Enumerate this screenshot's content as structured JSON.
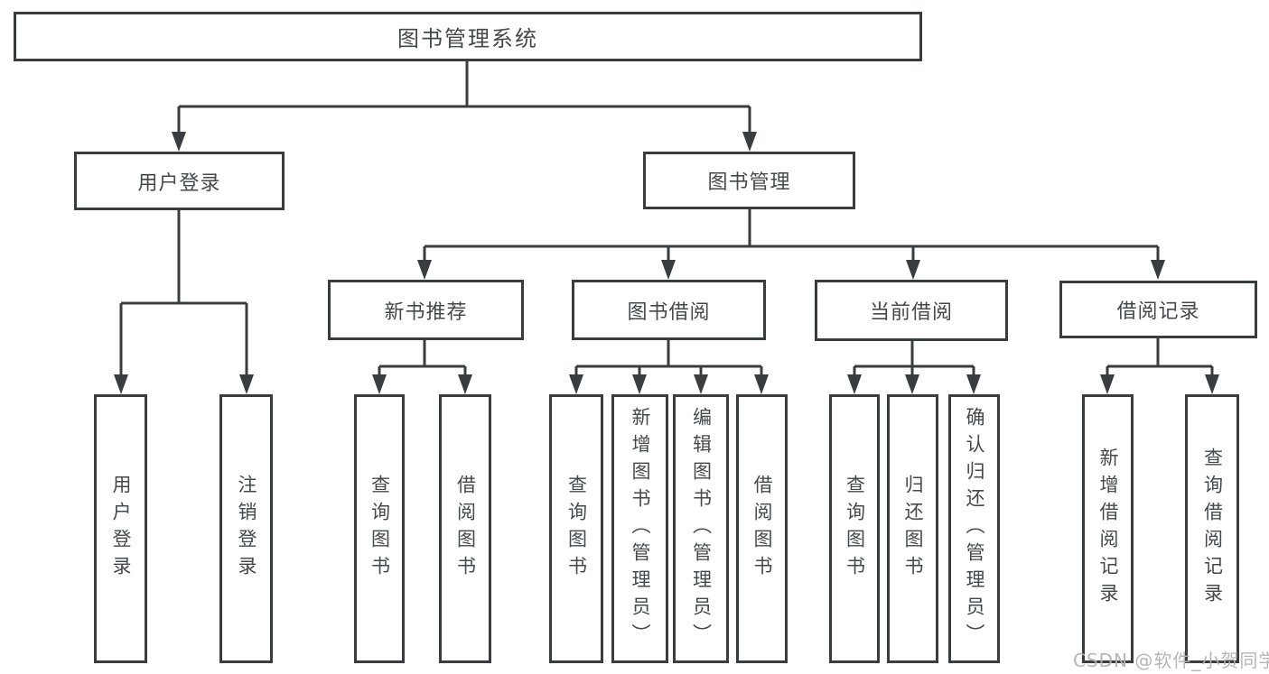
{
  "diagram": {
    "root": {
      "label": "图书管理系统"
    },
    "branches": [
      {
        "label": "用户登录",
        "children": [
          {
            "label": "用户登录"
          },
          {
            "label": "注销登录"
          }
        ]
      },
      {
        "label": "图书管理",
        "children": [
          {
            "label": "新书推荐",
            "children": [
              {
                "label": "查询图书"
              },
              {
                "label": "借阅图书"
              }
            ]
          },
          {
            "label": "图书借阅",
            "children": [
              {
                "label": "查询图书"
              },
              {
                "label": "新增图书（管理员）"
              },
              {
                "label": "编辑图书（管理员）"
              },
              {
                "label": "借阅图书"
              }
            ]
          },
          {
            "label": "当前借阅",
            "children": [
              {
                "label": "查询图书"
              },
              {
                "label": "归还图书"
              },
              {
                "label": "确认归还（管理员）"
              }
            ]
          },
          {
            "label": "借阅记录",
            "children": [
              {
                "label": "新增借阅记录"
              },
              {
                "label": "查询借阅记录"
              }
            ]
          }
        ]
      }
    ]
  },
  "watermark": {
    "text": "CSDN @软件_小贺同学"
  },
  "colors": {
    "line": "#3a3d40",
    "text": "#46484c",
    "watermark": "#b2b2b2",
    "background": "#ffffff"
  }
}
